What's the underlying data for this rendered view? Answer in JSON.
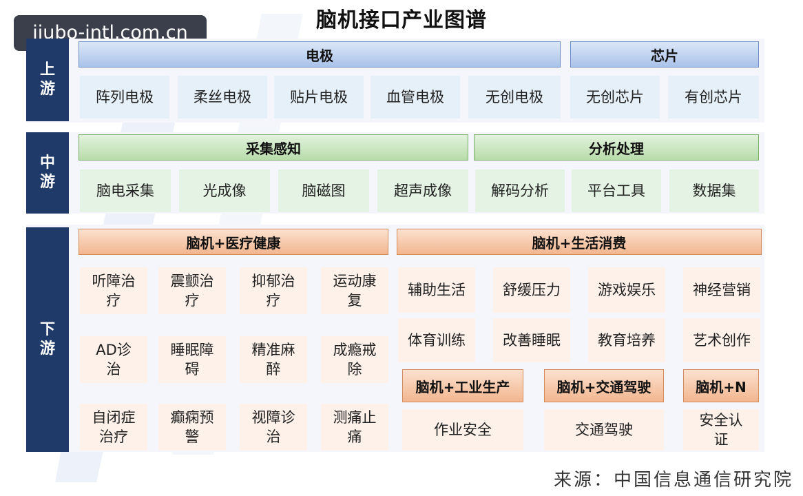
{
  "title": "脑机接口产业图谱",
  "watermark": "jiubo-intl.com.cn",
  "source": "来源：中国信息通信研究院",
  "upstream": {
    "side_label": [
      "上",
      "游"
    ],
    "headers": [
      "电极",
      "芯片"
    ],
    "items": [
      "阵列电极",
      "柔丝电极",
      "贴片电极",
      "血管电极",
      "无创电极",
      "无创芯片",
      "有创芯片"
    ]
  },
  "midstream": {
    "side_label": [
      "中",
      "游"
    ],
    "headers": [
      "采集感知",
      "分析处理"
    ],
    "items": [
      "脑电采集",
      "光成像",
      "脑磁图",
      "超声成像",
      "解码分析",
      "平台工具",
      "数据集"
    ]
  },
  "downstream": {
    "side_label": [
      "下",
      "游"
    ],
    "medical_header": "脑机+医疗健康",
    "medical_items": [
      [
        "听障治",
        "疗"
      ],
      [
        "震颤治",
        "疗"
      ],
      [
        "抑郁治",
        "疗"
      ],
      [
        "运动康",
        "复"
      ],
      [
        "AD诊",
        "治"
      ],
      [
        "睡眠障",
        "碍"
      ],
      [
        "精准麻",
        "醉"
      ],
      [
        "成瘾戒",
        "除"
      ],
      [
        "自闭症",
        "治疗"
      ],
      [
        "癫痫预",
        "警"
      ],
      [
        "视障诊",
        "治"
      ],
      [
        "测痛止",
        "痛"
      ]
    ],
    "life_header": "脑机+生活消费",
    "life_items": [
      "辅助生活",
      "舒缓压力",
      "游戏娱乐",
      "神经营销",
      "体育训练",
      "改善睡眠",
      "教育培养",
      "艺术创作"
    ],
    "industry_header": "脑机+工业生产",
    "industry_item": "作业安全",
    "traffic_header": "脑机+交通驾驶",
    "traffic_item": "交通驾驶",
    "n_header": "脑机+N",
    "n_item": [
      "安全认",
      "证"
    ]
  },
  "colors": {
    "side": "#1f3a68",
    "upstream_cell": "#e6f0f9",
    "midstream_cell": "#e4f3e4",
    "downstream_cell": "#fcebe2"
  }
}
